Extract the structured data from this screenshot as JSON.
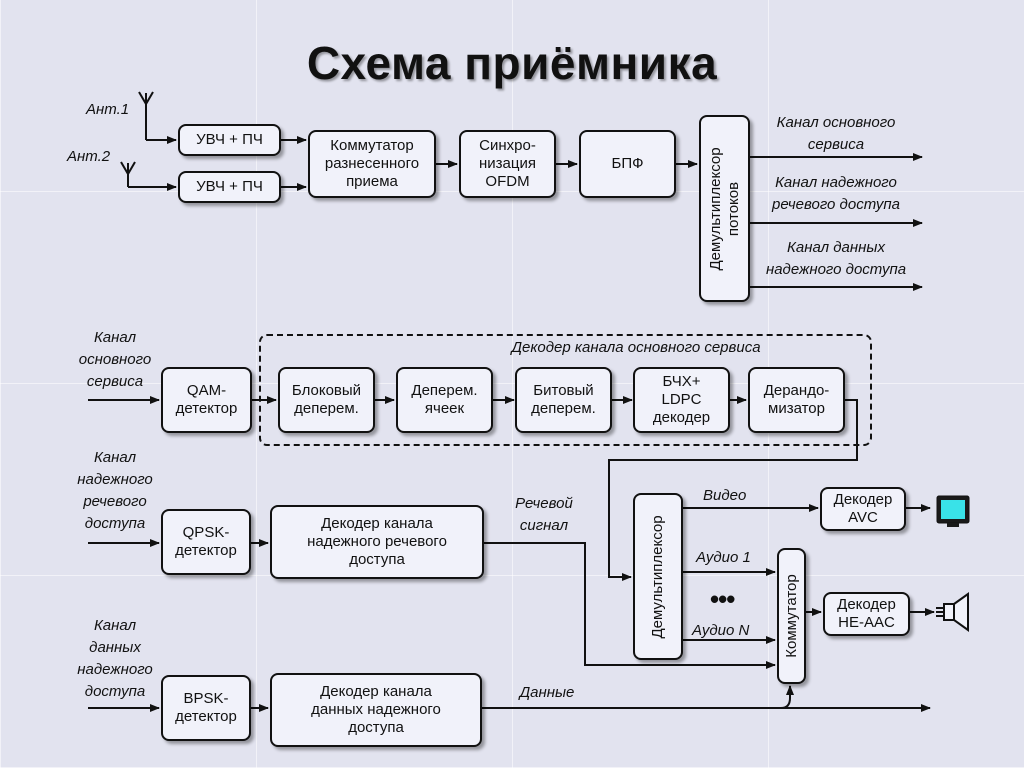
{
  "title": "Схема приёмника",
  "antennas": {
    "ant1": "Ант.1",
    "ant2": "Ант.2"
  },
  "top_row": {
    "amp1": "УВЧ + ПЧ",
    "amp2": "УВЧ + ПЧ",
    "switch": "Коммутатор\nразнесенного\nприема",
    "sync": "Синхро-\nнизация\nOFDM",
    "fft": "БПФ",
    "demux": "Демультиплексор\nпотоков",
    "outputs": [
      "Канал основного\nсервиса",
      "Канал надежного\nречевого доступа",
      "Канал данных\nнадежного доступа"
    ]
  },
  "main_service": {
    "input_label": "Канал\nосновного\nсервиса",
    "detector": "QAM-\nдетектор",
    "decoder_group_label": "Декодер канала основного сервиса",
    "blocks": [
      "Блоковый\nдеперем.",
      "Деперем.\nячеек",
      "Битовый\nдеперем.",
      "БЧХ+\nLDPC\nдекодер",
      "Дерандо-\nмизатор"
    ]
  },
  "voice_channel": {
    "input_label": "Канал\nнадежного\nречевого\nдоступа",
    "detector": "QPSK-\nдетектор",
    "decoder": "Декодер канала\nнадежного речевого\nдоступа",
    "output_label": "Речевой\nсигнал"
  },
  "data_channel": {
    "input_label": "Канал\nданных\nнадежного\nдоступа",
    "detector": "BPSK-\nдетектор",
    "decoder": "Декодер канала\nданных надежного\nдоступа",
    "output_label": "Данные"
  },
  "media": {
    "demux": "Демультиплексор",
    "switch": "Коммутатор",
    "video_label": "Видео",
    "audio1_label": "Аудио 1",
    "audioN_label": "Аудио N",
    "ellipsis": "•••",
    "avc_decoder": "Декодер\nAVC",
    "aac_decoder": "Декодер\nHE-AAC",
    "monitor_icon": "monitor-icon",
    "speaker_icon": "speaker-icon"
  }
}
